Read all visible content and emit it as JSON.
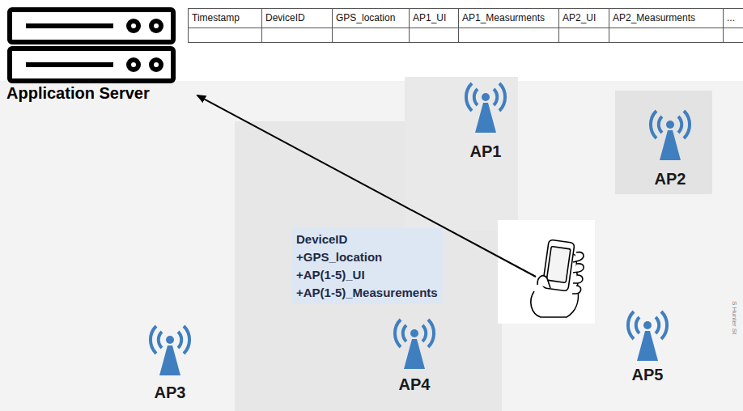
{
  "diagram": {
    "nodes": [
      {
        "text": [
          "Application Server"
        ]
      },
      {
        "text": [
          "AP1"
        ]
      },
      {
        "text": [
          "AP2"
        ]
      },
      {
        "text": [
          "DeviceID",
          "+GPS_location",
          "+AP(1-5)_UI",
          "+AP(1-5)_Measurements"
        ]
      },
      {
        "text": [
          "AP3"
        ]
      },
      {
        "text": [
          "AP4"
        ]
      },
      {
        "text": [
          "AP5"
        ]
      }
    ],
    "labels": [
      "Timestamp",
      "DeviceID",
      "GPS_location",
      "AP1_UI",
      "AP1_Measurments",
      "AP2_UI",
      "AP2_Measurments",
      "...",
      "S Hunter St"
    ]
  }
}
